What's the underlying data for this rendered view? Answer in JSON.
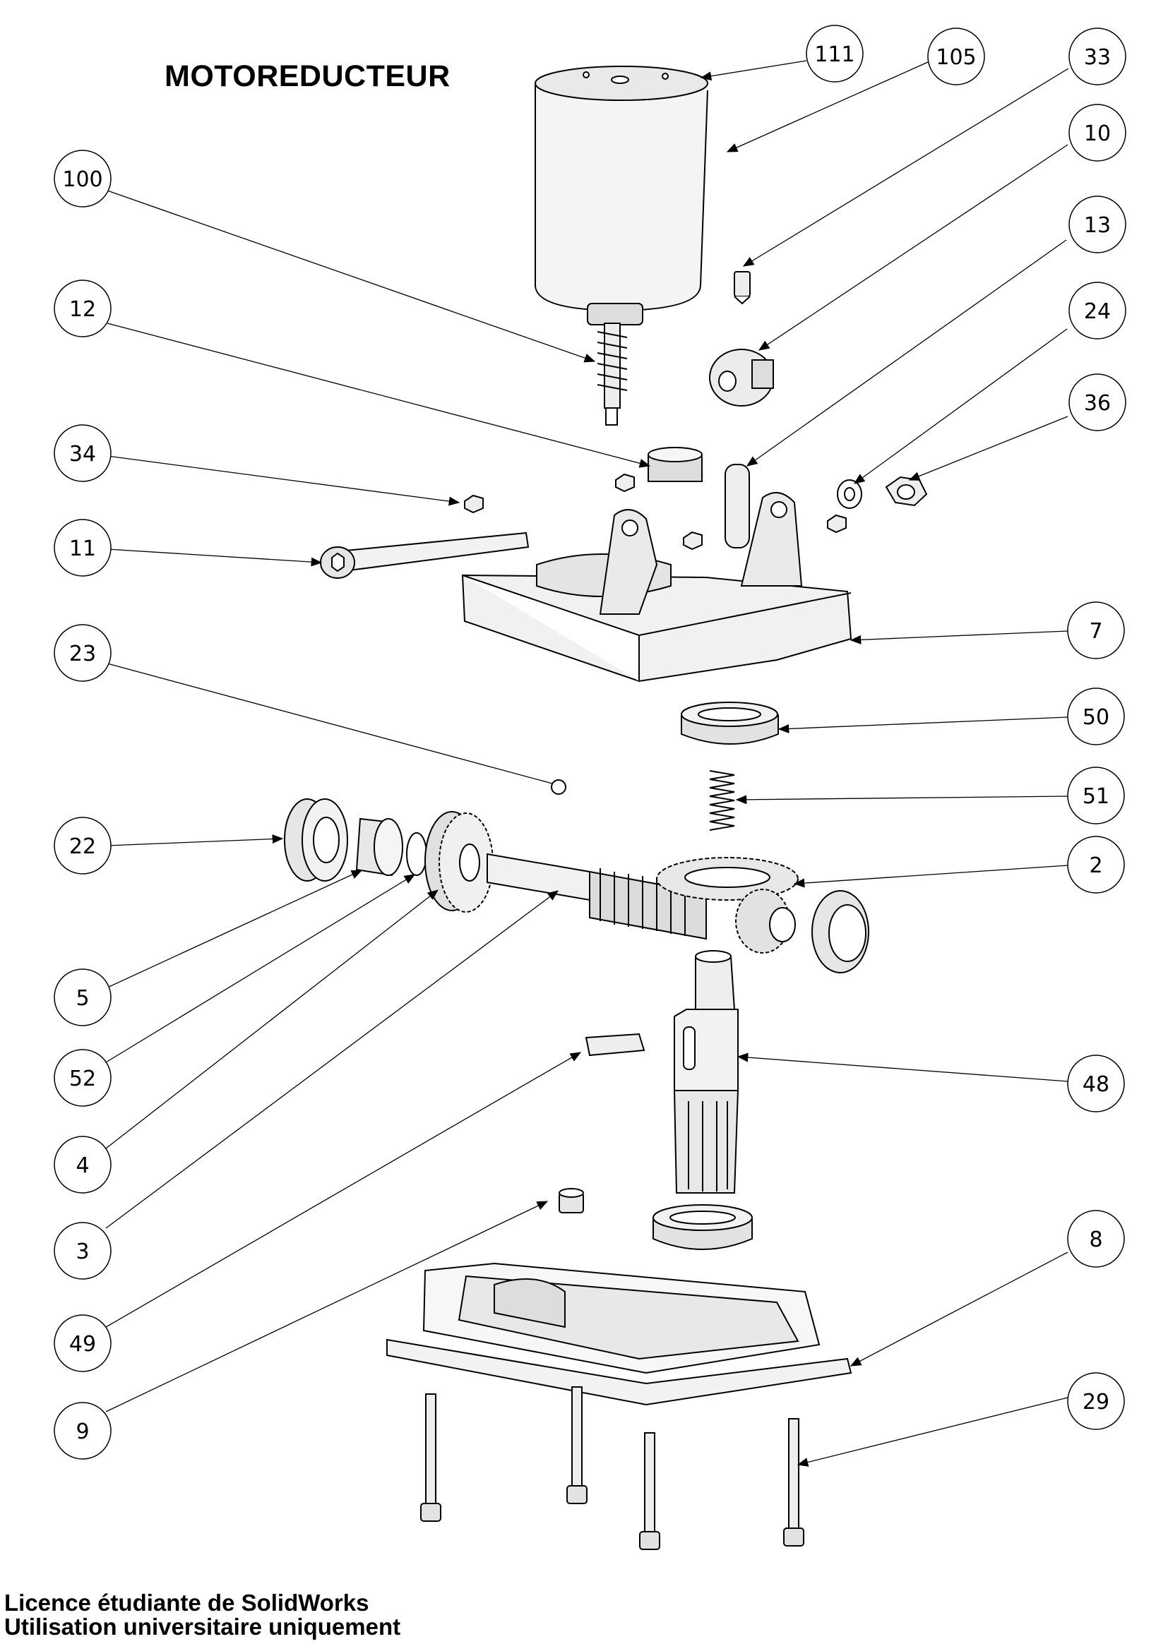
{
  "title": "MOTOREDUCTEUR",
  "license": {
    "line1": "Licence étudiante de SolidWorks",
    "line2": "Utilisation universitaire uniquement"
  },
  "balloons": [
    "111",
    "105",
    "33",
    "10",
    "13",
    "24",
    "36",
    "100",
    "12",
    "34",
    "11",
    "7",
    "23",
    "50",
    "51",
    "22",
    "2",
    "5",
    "52",
    "4",
    "3",
    "48",
    "49",
    "9",
    "8",
    "29"
  ]
}
